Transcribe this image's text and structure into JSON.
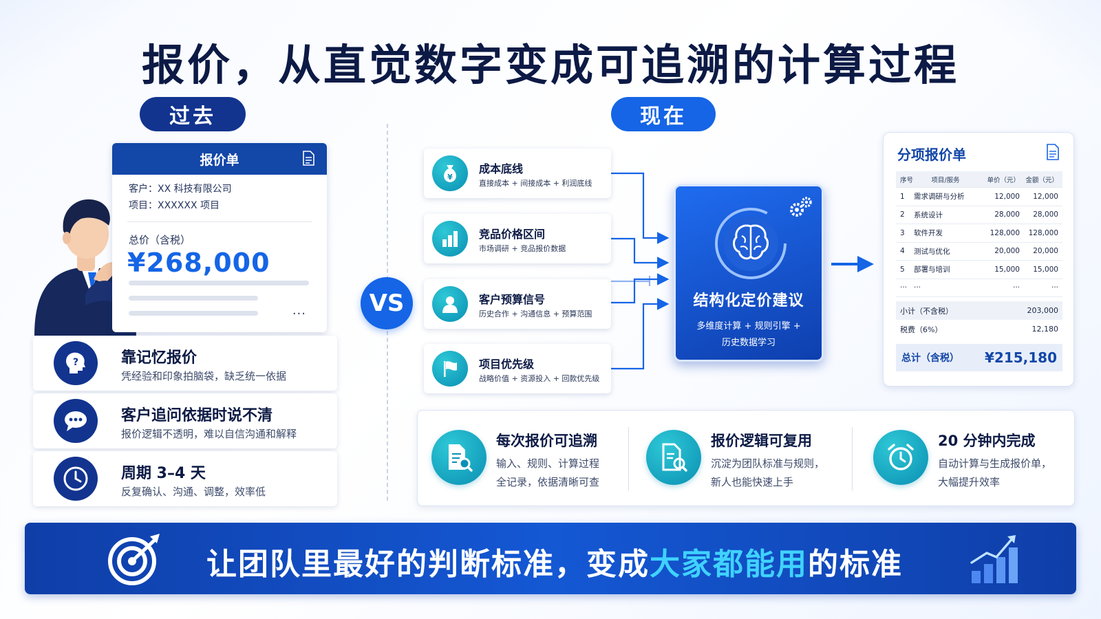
{
  "title": "报价，从直觉数字变成可追溯的计算过程",
  "labels": {
    "past": "过去",
    "now": "现在",
    "vs": "VS"
  },
  "past_quote": {
    "header": "报价单",
    "customer": "客户：XX 科技有限公司",
    "project": "项目：XXXXXX 项目",
    "total_label": "总价（含税）",
    "total_value": "¥268,000",
    "more": "···"
  },
  "pain_points": [
    {
      "title": "靠记忆报价",
      "subtitle": "凭经验和印象拍脑袋，缺乏统一依据",
      "icon": "head-question-icon"
    },
    {
      "title": "客户追问依据时说不清",
      "subtitle": "报价逻辑不透明，难以自信沟通和解释",
      "icon": "chat-bubble-icon"
    },
    {
      "title": "周期 3–4 天",
      "subtitle": "反复确认、沟通、调整，效率低",
      "icon": "clock-icon"
    }
  ],
  "factors": [
    {
      "title": "成本底线",
      "subtitle": "直接成本 + 间接成本 + 利润底线",
      "icon": "money-bag-icon"
    },
    {
      "title": "竞品价格区间",
      "subtitle": "市场调研 + 竞品报价数据",
      "icon": "bar-chart-icon"
    },
    {
      "title": "客户预算信号",
      "subtitle": "历史合作 + 沟通信息 + 预算范围",
      "icon": "user-icon"
    },
    {
      "title": "项目优先级",
      "subtitle": "战略价值 + 资源投入 + 回款优先级",
      "icon": "flag-icon"
    }
  ],
  "engine": {
    "title": "结构化定价建议",
    "line1": "多维度计算 + 规则引擎 +",
    "line2": "历史数据学习"
  },
  "itemized": {
    "title": "分项报价单",
    "headers": [
      "序号",
      "项目/服务",
      "单价（元）",
      "金额（元）"
    ],
    "rows": [
      [
        "1",
        "需求调研与分析",
        "12,000",
        "12,000"
      ],
      [
        "2",
        "系统设计",
        "28,000",
        "28,000"
      ],
      [
        "3",
        "软件开发",
        "128,000",
        "128,000"
      ],
      [
        "4",
        "测试与优化",
        "20,000",
        "20,000"
      ],
      [
        "5",
        "部署与培训",
        "15,000",
        "15,000"
      ],
      [
        "···",
        "···",
        "···",
        "···"
      ]
    ],
    "subtotal_label": "小计（不含税）",
    "subtotal_value": "203,000",
    "tax_label": "税费（6%）",
    "tax_value": "12,180",
    "total_label": "总计（含税）",
    "total_value": "¥215,180"
  },
  "benefits": [
    {
      "title": "每次报价可追溯",
      "line1": "输入、规则、计算过程",
      "line2": "全记录，依据清晰可查",
      "icon": "document-search-icon"
    },
    {
      "title": "报价逻辑可复用",
      "line1": "沉淀为团队标准与规则，",
      "line2": "新人也能快速上手",
      "icon": "document-reuse-icon"
    },
    {
      "title": "20 分钟内完成",
      "line1": "自动计算与生成报价单，",
      "line2": "大幅提升效率",
      "icon": "alarm-clock-icon"
    }
  ],
  "banner": {
    "text_before": "让团队里最好的判断标准，变成",
    "highlight": "大家都能用",
    "text_after": "的标准"
  },
  "colors": {
    "navy": "#12348f",
    "blue": "#1565e6",
    "teal": "#0a8fb3",
    "highlight": "#3fd2ff"
  }
}
